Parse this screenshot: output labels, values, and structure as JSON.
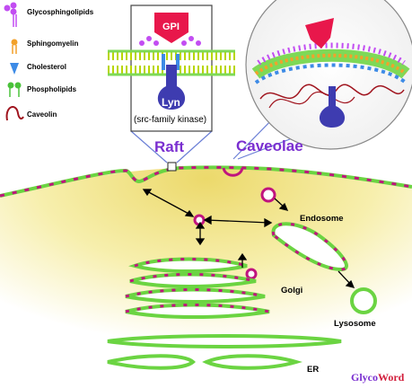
{
  "legend": {
    "items": [
      {
        "label": "Glycosphingolipids",
        "icon": "glycosphingolipid-icon"
      },
      {
        "label": "Sphingomyelin",
        "icon": "sphingomyelin-icon"
      },
      {
        "label": "Cholesterol",
        "icon": "cholesterol-icon"
      },
      {
        "label": "Phospholipids",
        "icon": "phospholipid-icon"
      },
      {
        "label": "Caveolin",
        "icon": "caveolin-icon"
      }
    ]
  },
  "raft_inset": {
    "gpi_label": "GPI",
    "lyn_label": "Lyn",
    "kinase_label": "(src-family kinase)"
  },
  "labels": {
    "raft": "Raft",
    "caveolae": "Caveolae",
    "endosome": "Endosome",
    "golgi": "Golgi",
    "lysosome": "Lysosome",
    "er": "ER"
  },
  "brand": {
    "part1": "Glyco",
    "part2": "Word"
  },
  "colors": {
    "membrane": "#7ed957",
    "raft_dot": "#c0147e",
    "cytoplasm": "#f5ec9a",
    "accent_label": "#7a2fd0",
    "gpi": "#e8174b",
    "lyn": "#3e3cb0",
    "caveolin": "#a0141e"
  }
}
